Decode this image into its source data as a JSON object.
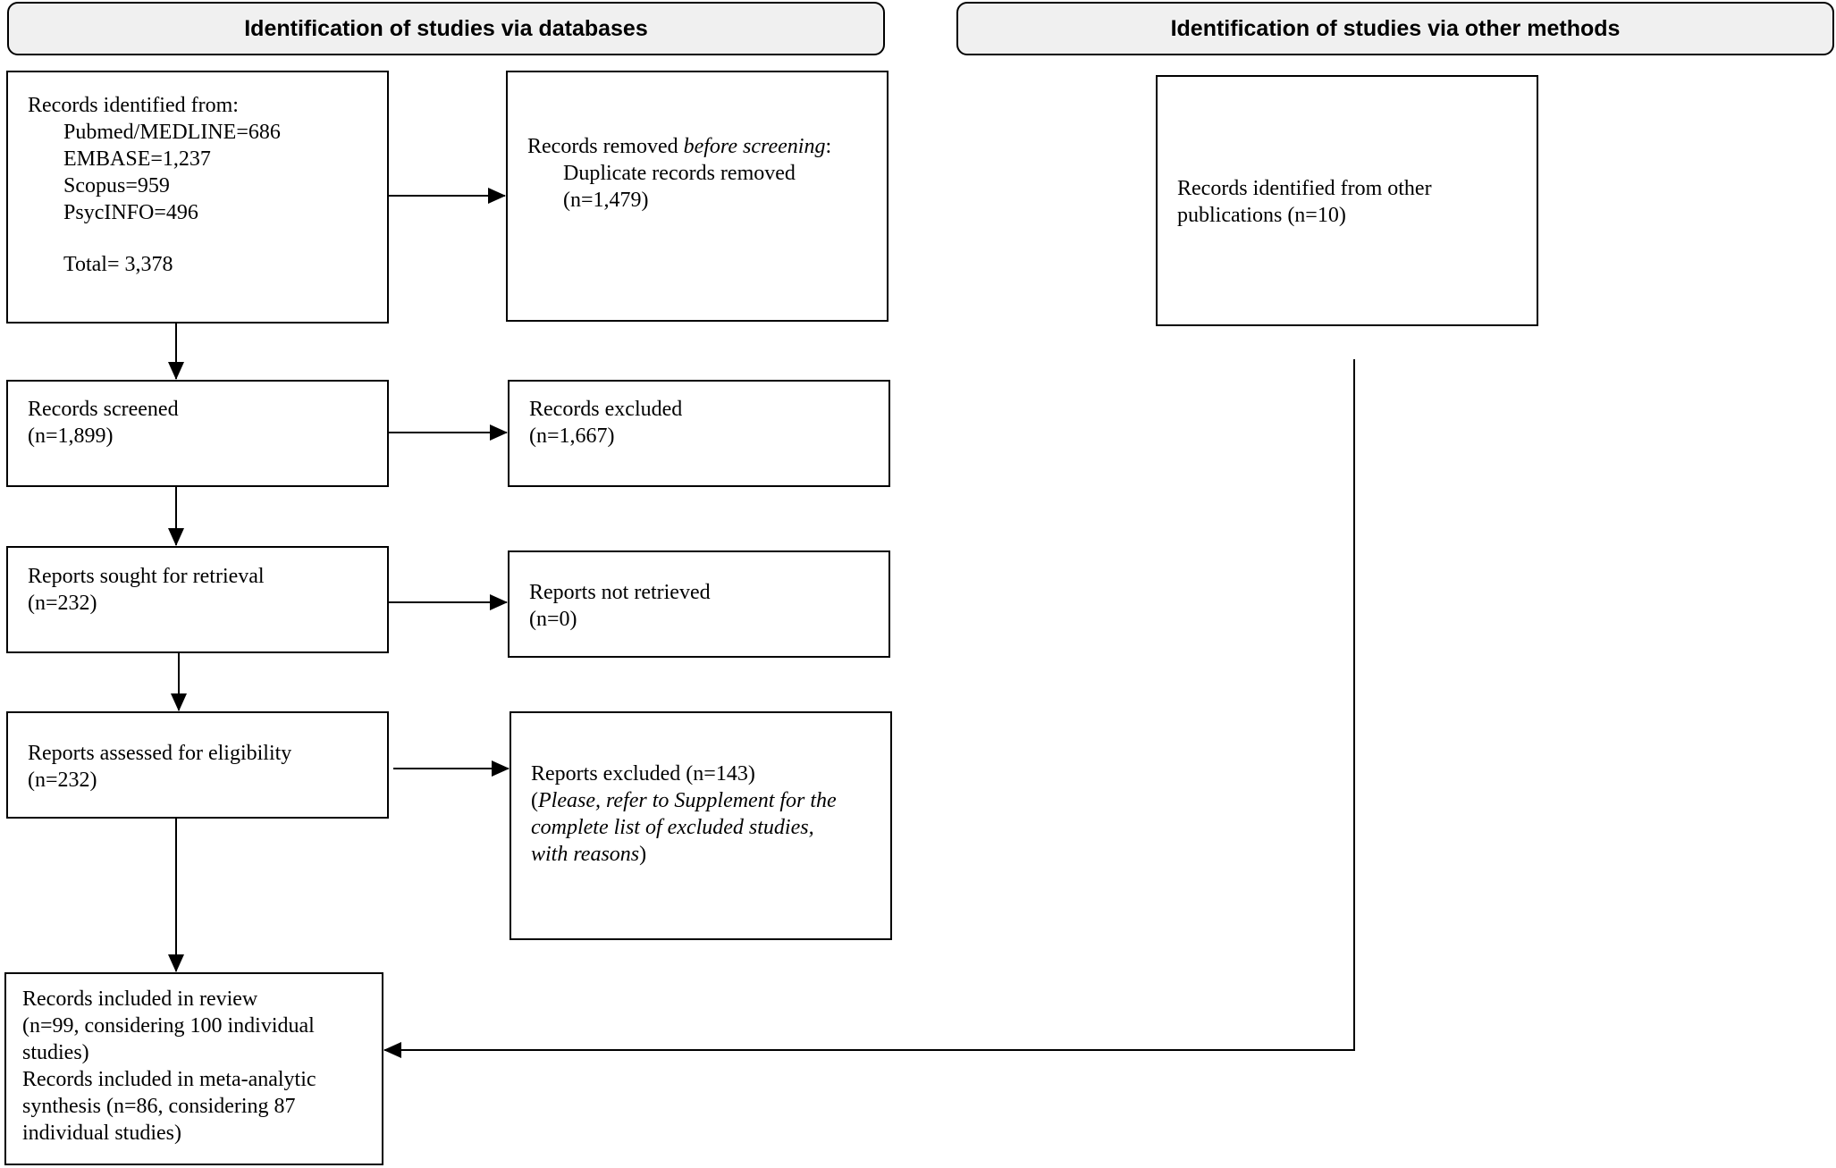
{
  "headers": {
    "databases": "Identification of studies via databases",
    "other": "Identification of studies via other methods"
  },
  "identified": {
    "title": "Records identified from:",
    "pubmed": "Pubmed/MEDLINE=686",
    "embase": "EMBASE=1,237",
    "scopus": "Scopus=959",
    "psycinfo": "PsycINFO=496",
    "total": "Total= 3,378"
  },
  "removed": {
    "prefix": "Records removed ",
    "italic": "before screening",
    "suffix": ":",
    "line2": "Duplicate records removed",
    "line3": "(n=1,479)"
  },
  "screened": {
    "line1": "Records screened",
    "line2": "(n=1,899)"
  },
  "excluded": {
    "line1": "Records excluded",
    "line2": "(n=1,667)"
  },
  "sought": {
    "line1": "Reports sought for retrieval",
    "line2": "(n=232)"
  },
  "not_retrieved": {
    "line1": "Reports not retrieved",
    "line2": "(n=0)"
  },
  "assessed": {
    "line1": "Reports assessed for eligibility",
    "line2": "(n=232)"
  },
  "reports_excluded": {
    "line1": "Reports excluded (n=143)",
    "paren_open": "(",
    "italic1": "Please, refer to Supplement for the",
    "italic2": "complete list of excluded studies,",
    "italic3": "with reasons",
    "paren_close": ")"
  },
  "other_records": {
    "line1": "Records identified from other",
    "line2": "publications (n=10)"
  },
  "included": {
    "line1": "Records included in review",
    "line2": "(n=99, considering 100 individual",
    "line3": "studies)",
    "line4": "Records included in meta-analytic",
    "line5": "synthesis (n=86, considering 87",
    "line6": "individual studies)"
  }
}
